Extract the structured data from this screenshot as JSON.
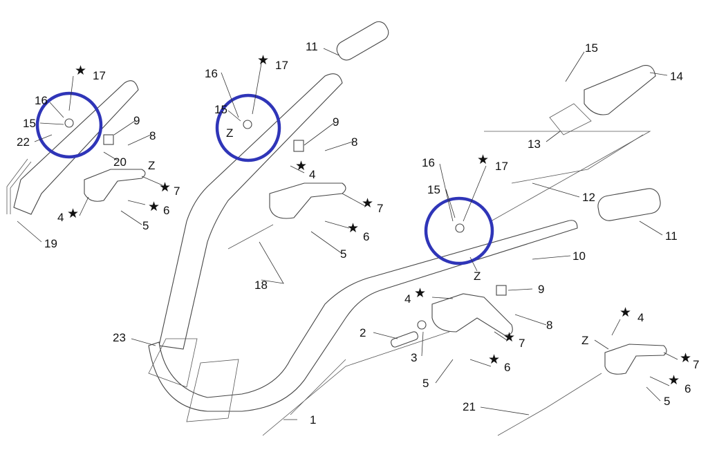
{
  "star": "★",
  "callouts": {
    "l17": "17",
    "l16": "16",
    "l15": "15",
    "l22": "22",
    "l9": "9",
    "l8": "8",
    "l20": "20",
    "lZ": "Z",
    "l7": "7",
    "l6": "6",
    "l4": "4",
    "l5": "5",
    "l19": "19",
    "m16": "16",
    "m17": "17",
    "m15": "15",
    "mZ": "Z",
    "m9": "9",
    "m8": "8",
    "m4": "4",
    "m7": "7",
    "m6": "6",
    "m5": "5",
    "m18": "18",
    "m11": "11",
    "m23": "23",
    "r15a": "15",
    "r14": "14",
    "r13": "13",
    "r17": "17",
    "r16": "16",
    "r15": "15",
    "r12": "12",
    "r11": "11",
    "r10": "10",
    "rZ": "Z",
    "r4": "4",
    "r9": "9",
    "r8": "8",
    "r7": "7",
    "r6": "6",
    "r2": "2",
    "r3": "3",
    "r5": "5",
    "r1": "1",
    "r21": "21",
    "f4": "4",
    "fZ": "Z",
    "f7": "7",
    "f6": "6",
    "f5": "5"
  },
  "highlight_color": "#2f35b8"
}
